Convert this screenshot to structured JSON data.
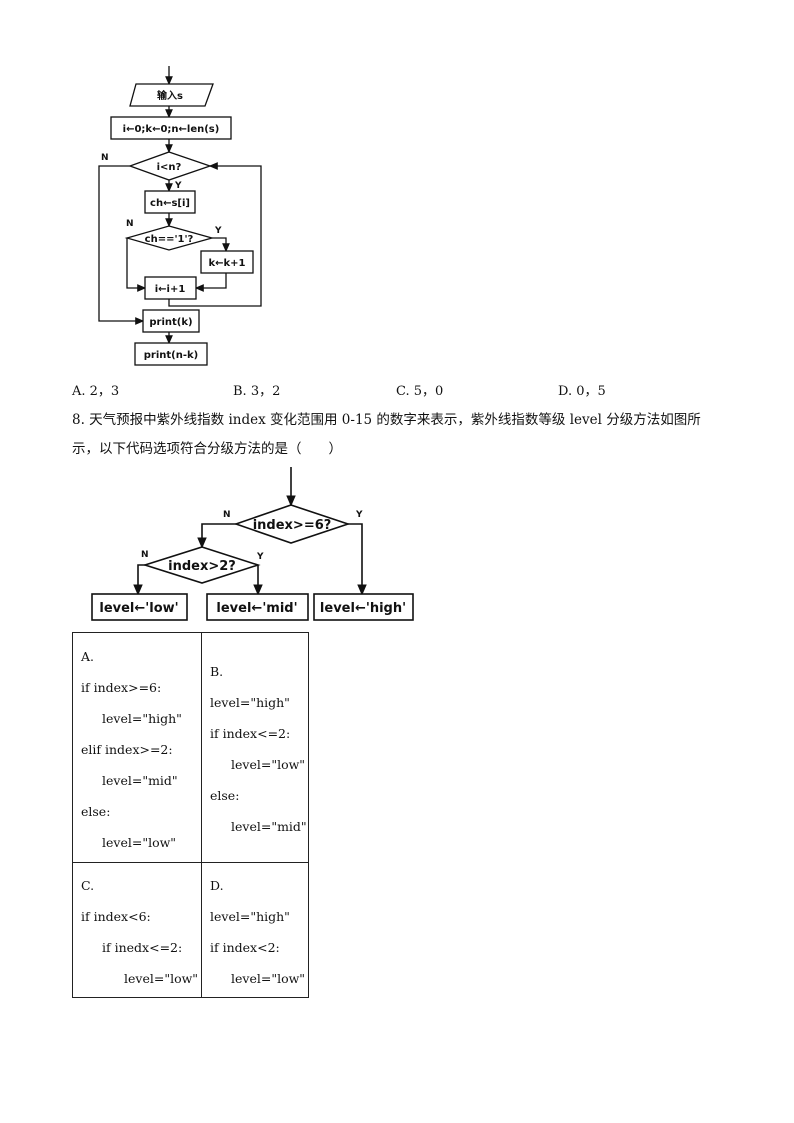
{
  "flowchart1": {
    "input": "输入s",
    "init": "i←0;k←0;n←len(s)",
    "cond_loop": "i<n?",
    "assign_ch": "ch←s[i]",
    "cond_ch": "ch=='1'?",
    "inc_k": "k←k+1",
    "inc_i": "i←i+1",
    "print_k": "print(k)",
    "print_nk": "print(n-k)",
    "yes": "Y",
    "no": "N"
  },
  "q7_options": [
    "A. 2，3",
    "B. 3，2",
    "C. 5，0",
    "D. 0，5"
  ],
  "q8": {
    "line1": "8. 天气预报中紫外线指数 index 变化范围用 0-15 的数字来表示，紫外线指数等级 level 分级方法如图所",
    "line2": "示，以下代码选项符合分级方法的是（　　）"
  },
  "flowchart2": {
    "cond1": "index>=6?",
    "cond2": "index>2?",
    "low": "level←'low'",
    "mid": "level←'mid'",
    "high": "level←'high'",
    "yes": "Y",
    "no": "N"
  },
  "answers": {
    "A": [
      "A.",
      "if index>=6:",
      "level=\"high\"",
      "elif index>=2:",
      "level=\"mid\"",
      "else:",
      "level=\"low\""
    ],
    "B": [
      "B.",
      "level=\"high\"",
      "if index<=2:",
      "level=\"low\"",
      "else:",
      "level=\"mid\""
    ],
    "C": [
      "C.",
      "if index<6:",
      "if inedx<=2:",
      "level=\"low\""
    ],
    "D": [
      "D.",
      "level=\"high\"",
      "if index<2:",
      "level=\"low\""
    ]
  }
}
